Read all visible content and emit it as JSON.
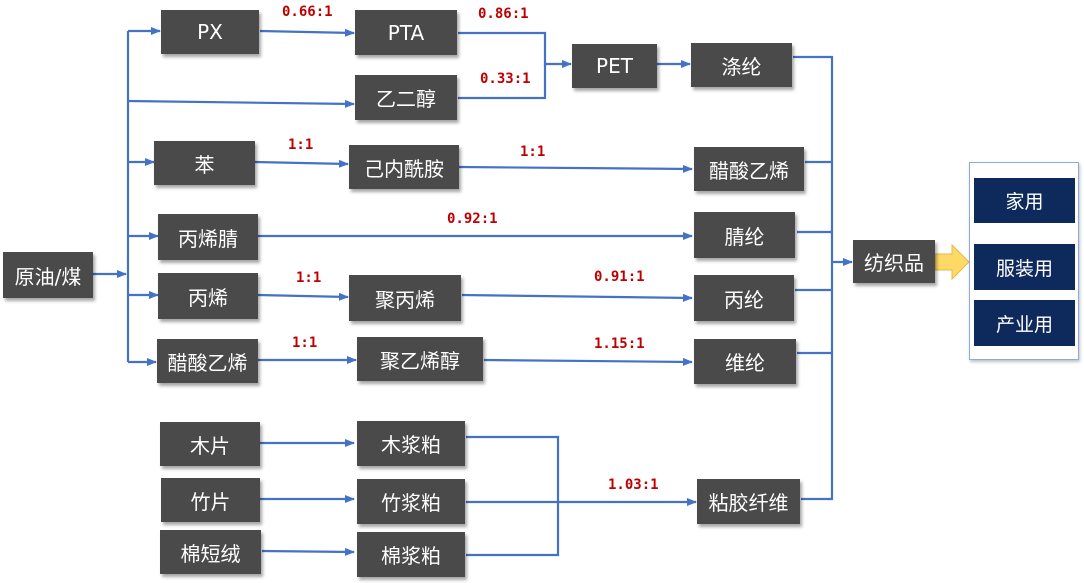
{
  "colors": {
    "node_fill": "#4a4a4a",
    "node_text": "#ffffff",
    "line": "#4472c4",
    "ratio_text": "#c00000",
    "use_fill": "#0e2a5c",
    "arrow_fill": "#ffd966"
  },
  "nodes": {
    "source": "原油/煤",
    "px": "PX",
    "pta": "PTA",
    "eg": "乙二醇",
    "pet": "PET",
    "polyester": "涤纶",
    "benzene": "苯",
    "caprolactam": "己内酰胺",
    "vinyl_acetate_out": "醋酸乙烯",
    "acrylonitrile": "丙烯腈",
    "acrylic": "腈纶",
    "propylene": "丙烯",
    "polypropylene": "聚丙烯",
    "pp_fiber": "丙纶",
    "vinyl_acetate_in": "醋酸乙烯",
    "pva": "聚乙烯醇",
    "vinylon": "维纶",
    "wood_chips": "木片",
    "wood_pulp": "木浆粕",
    "bamboo_chips": "竹片",
    "bamboo_pulp": "竹浆粕",
    "cotton_linter": "棉短绒",
    "cotton_pulp": "棉浆粕",
    "viscose": "粘胶纤维",
    "textiles": "纺织品"
  },
  "ratios": {
    "px_pta": "0.66:1",
    "pta_pet": "0.86:1",
    "eg_pet": "0.33:1",
    "benzene_caprolactam": "1:1",
    "caprolactam_out": "1:1",
    "acrylonitrile_acrylic": "0.92:1",
    "propylene_pp": "1:1",
    "pp_fiber": "0.91:1",
    "va_pva": "1:1",
    "pva_vinylon": "1.15:1",
    "pulp_viscose": "1.03:1"
  },
  "uses": [
    "家用",
    "服装用",
    "产业用"
  ]
}
